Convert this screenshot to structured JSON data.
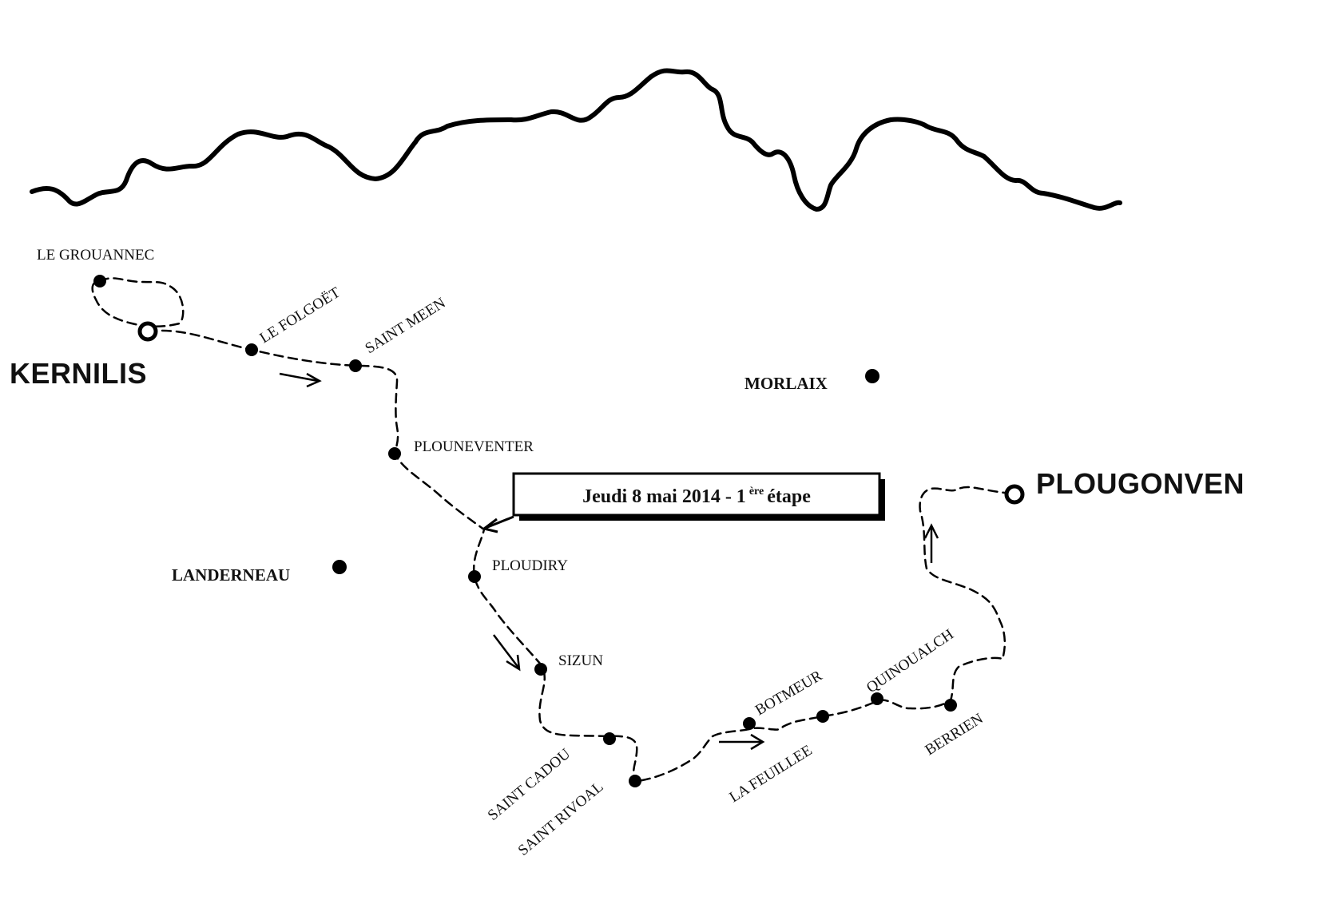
{
  "map": {
    "banner": {
      "main": "Jeudi 8 mai 2014 - 1",
      "sup": "ère",
      "tail": " étape"
    },
    "start": "KERNILIS",
    "finish": "PLOUGONVEN",
    "towns": [
      "MORLAIX",
      "LANDERNEAU"
    ],
    "stops": [
      "LE GROUANNEC",
      "LE FOLGOËT",
      "SAINT MEEN",
      "PLOUNEVENTER",
      "PLOUDIRY",
      "SIZUN",
      "SAINT CADOU",
      "SAINT RIVOAL",
      "BOTMEUR",
      "LA FEUILLEE",
      "QUINOUALCH",
      "BERRIEN"
    ]
  }
}
